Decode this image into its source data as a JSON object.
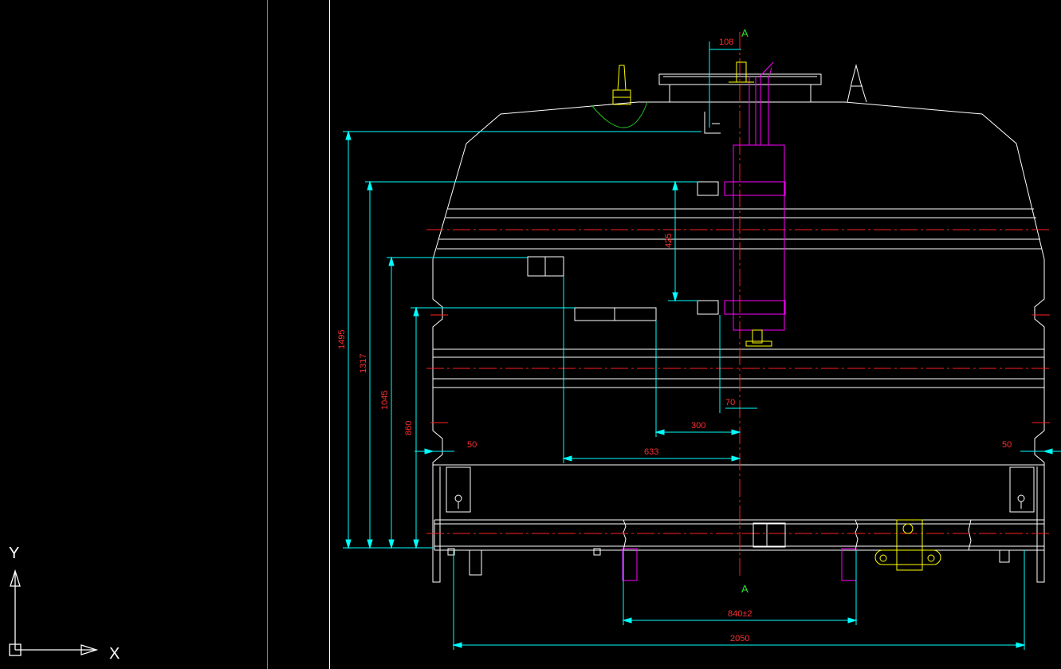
{
  "ucs": {
    "x_label": "X",
    "y_label": "Y"
  },
  "section_labels": {
    "top": "A",
    "bottom": "A"
  },
  "dimensions": {
    "d108": "108",
    "d1495": "1495",
    "d1317": "1317",
    "d1045": "1045",
    "d860": "860",
    "d425": "425",
    "d70": "70",
    "d300": "300",
    "d633": "633",
    "d50_left": "50",
    "d50_right": "50",
    "d840": "840±2",
    "d2050": "2050"
  },
  "colors": {
    "background": "#000000",
    "geometry": "#ffffff",
    "dimension_line": "#00ffff",
    "dimension_text": "#ff3030",
    "centerline": "#ff0000",
    "magenta": "#ff00ff",
    "yellow": "#ffff00",
    "green": "#00cc00"
  }
}
